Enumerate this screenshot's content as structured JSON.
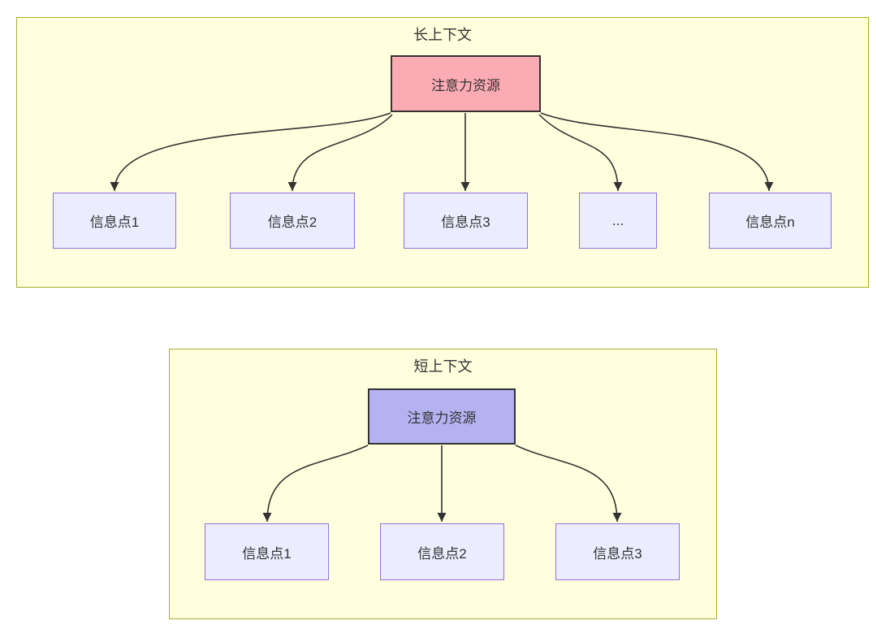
{
  "diagram": {
    "long_context": {
      "title": "长上下文",
      "attention": "注意力资源",
      "nodes": [
        "信息点1",
        "信息点2",
        "信息点3",
        "...",
        "信息点n"
      ]
    },
    "short_context": {
      "title": "短上下文",
      "attention": "注意力资源",
      "nodes": [
        "信息点1",
        "信息点2",
        "信息点3"
      ]
    },
    "colors": {
      "cluster_fill": "#ffffde",
      "cluster_border": "#aaaa33",
      "node_fill": "#ececff",
      "node_border": "#9370db",
      "attention_long_fill": "#fbabb3",
      "attention_short_fill": "#b5b2f2",
      "attention_border": "#333333",
      "edge": "#333333",
      "text": "#333333"
    }
  }
}
